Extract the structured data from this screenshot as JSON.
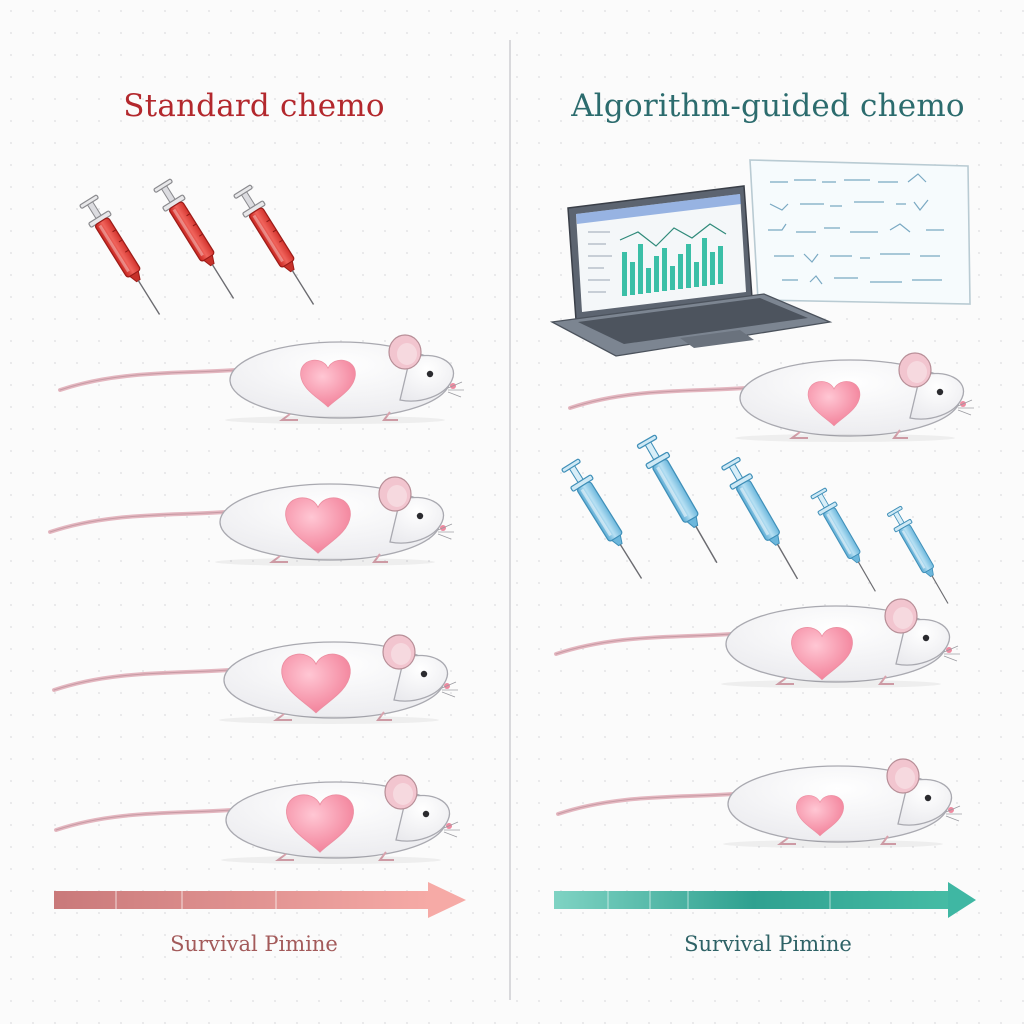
{
  "standard": {
    "title": "Standard chemo",
    "title_color": "#b3282d",
    "caption": "Survival Pimine",
    "caption_color": "#a35a5a",
    "syringe_color": "#e5463f",
    "arrow_color": "#e88c8c",
    "mice_count": 4,
    "syringe_count": 3
  },
  "guided": {
    "title": "Algorithm-guided chemo",
    "title_color": "#2c6c6e",
    "caption": "Survival Pimine",
    "caption_color": "#2e6266",
    "syringe_color": "#6fbde3",
    "arrow_color": "#3fb7a3",
    "mice_count": 3,
    "syringe_count": 5
  },
  "icons": [
    "syringe-icon",
    "mouse-icon",
    "heart-icon",
    "laptop-icon",
    "notes-board-icon",
    "arrow-icon"
  ]
}
